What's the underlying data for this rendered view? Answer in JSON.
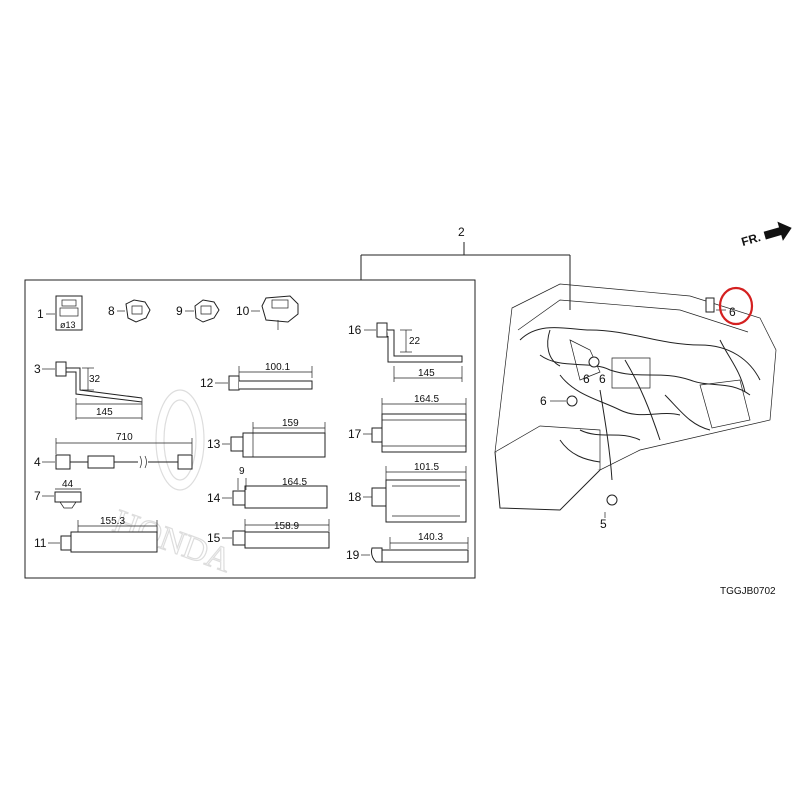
{
  "diagram_code": "TGGJB0702",
  "direction_label": "FR.",
  "group_callout": "2",
  "watermark": "HONDA",
  "callouts": {
    "p1": "1",
    "p3": "3",
    "p4": "4",
    "p7": "7",
    "p8": "8",
    "p9": "9",
    "p10": "10",
    "p11": "11",
    "p12": "12",
    "p13": "13",
    "p14": "14",
    "p15": "15",
    "p16": "16",
    "p17": "17",
    "p18": "18",
    "p19": "19",
    "p5": "5",
    "p6a": "6",
    "p6b": "6",
    "p6c": "6"
  },
  "dimensions": {
    "d1_inner": "ø13",
    "d3_height": "32",
    "d3_len": "145",
    "d4_len": "710",
    "d7_len": "44",
    "d11_len": "155.3",
    "d12_len": "100.1",
    "d13_len": "159",
    "d14_gap": "9",
    "d14_len": "164.5",
    "d15_len": "158.9",
    "d16_height": "22",
    "d16_len": "145",
    "d17_len": "164.5",
    "d18_len": "101.5",
    "d19_len": "140.3"
  },
  "highlight_color": "#d42020"
}
